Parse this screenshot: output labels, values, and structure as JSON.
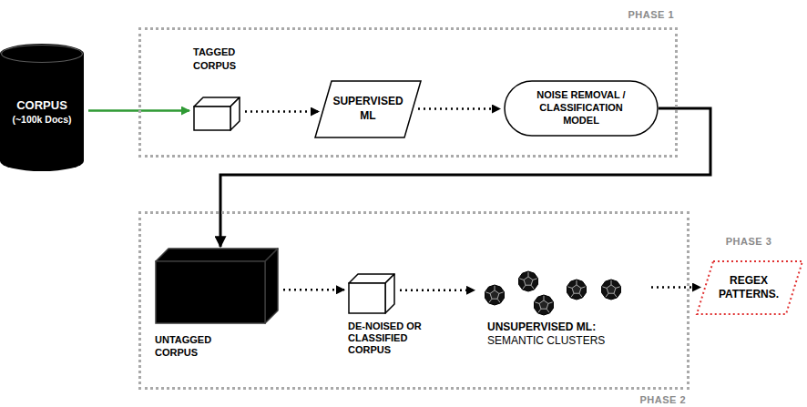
{
  "diagram": {
    "nodes": [
      {
        "text": [
          "CORPUS",
          "(~100k Docs)"
        ]
      },
      {
        "text": [
          "PHASE 1"
        ]
      },
      {
        "text": [
          "TAGGED CORPUS"
        ],
        "in": 1
      },
      {
        "text": [
          "SUPERVISED ML"
        ],
        "in": 1
      },
      {
        "text": [
          "NOISE REMOVAL / CLASSIFICATION MODEL"
        ],
        "in": 1
      },
      {
        "text": [
          "PHASE 2"
        ]
      },
      {
        "text": [
          "UNTAGGED CORPUS"
        ],
        "in": 5
      },
      {
        "text": [
          "DE-NOISED OR CLASSIFIED CORPUS"
        ],
        "in": 5
      },
      {
        "text": [
          "UNSUPERVISED ML:",
          "SEMANTIC CLUSTERS"
        ],
        "in": 5
      },
      {
        "text": [
          "PHASE 3",
          "REGEX PATTERNS."
        ]
      }
    ],
    "edges": [
      {
        "from": 0,
        "to": 2,
        "arrow": "to"
      },
      {
        "from": 2,
        "to": 3,
        "arrow": "to"
      },
      {
        "from": 3,
        "to": 4,
        "arrow": "to"
      },
      {
        "from": 4,
        "to": 6,
        "arrow": "to"
      },
      {
        "from": 6,
        "to": 7,
        "arrow": "to"
      },
      {
        "from": 7,
        "to": 8,
        "arrow": "to"
      },
      {
        "from": 8,
        "to": 9,
        "arrow": "to"
      }
    ]
  }
}
